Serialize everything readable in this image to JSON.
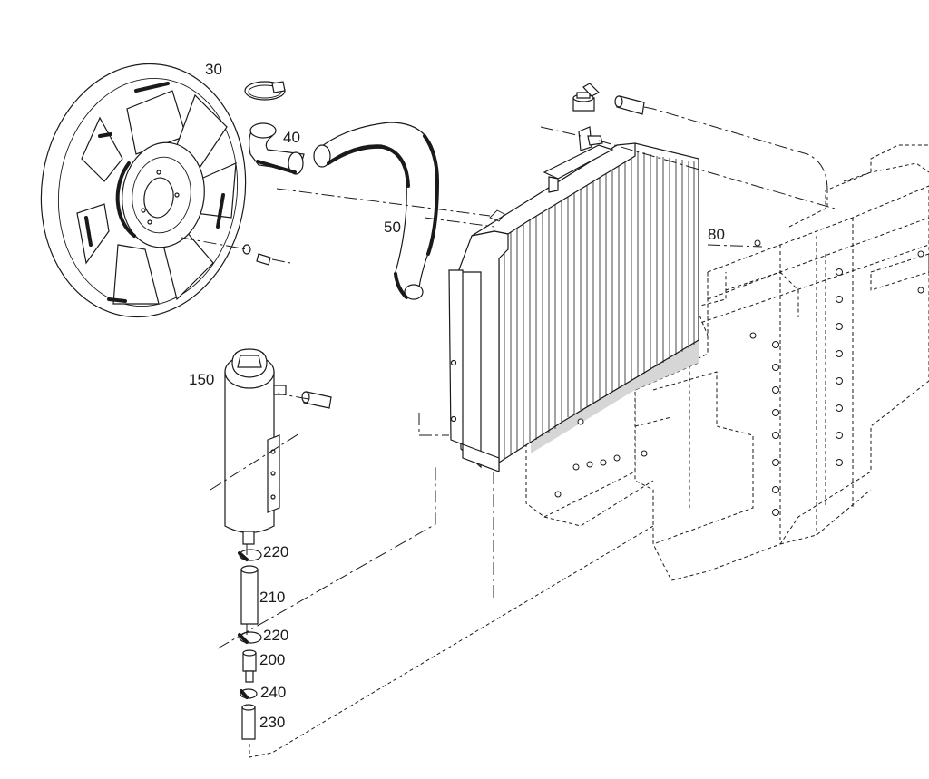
{
  "diagram": {
    "callouts": [
      "30",
      "40",
      "50",
      "80",
      "150",
      "220",
      "210",
      "220",
      "200",
      "240",
      "230"
    ]
  },
  "colors": {
    "line": "#1a1a1a",
    "shade": "#d6d6d6",
    "background": "#ffffff"
  }
}
